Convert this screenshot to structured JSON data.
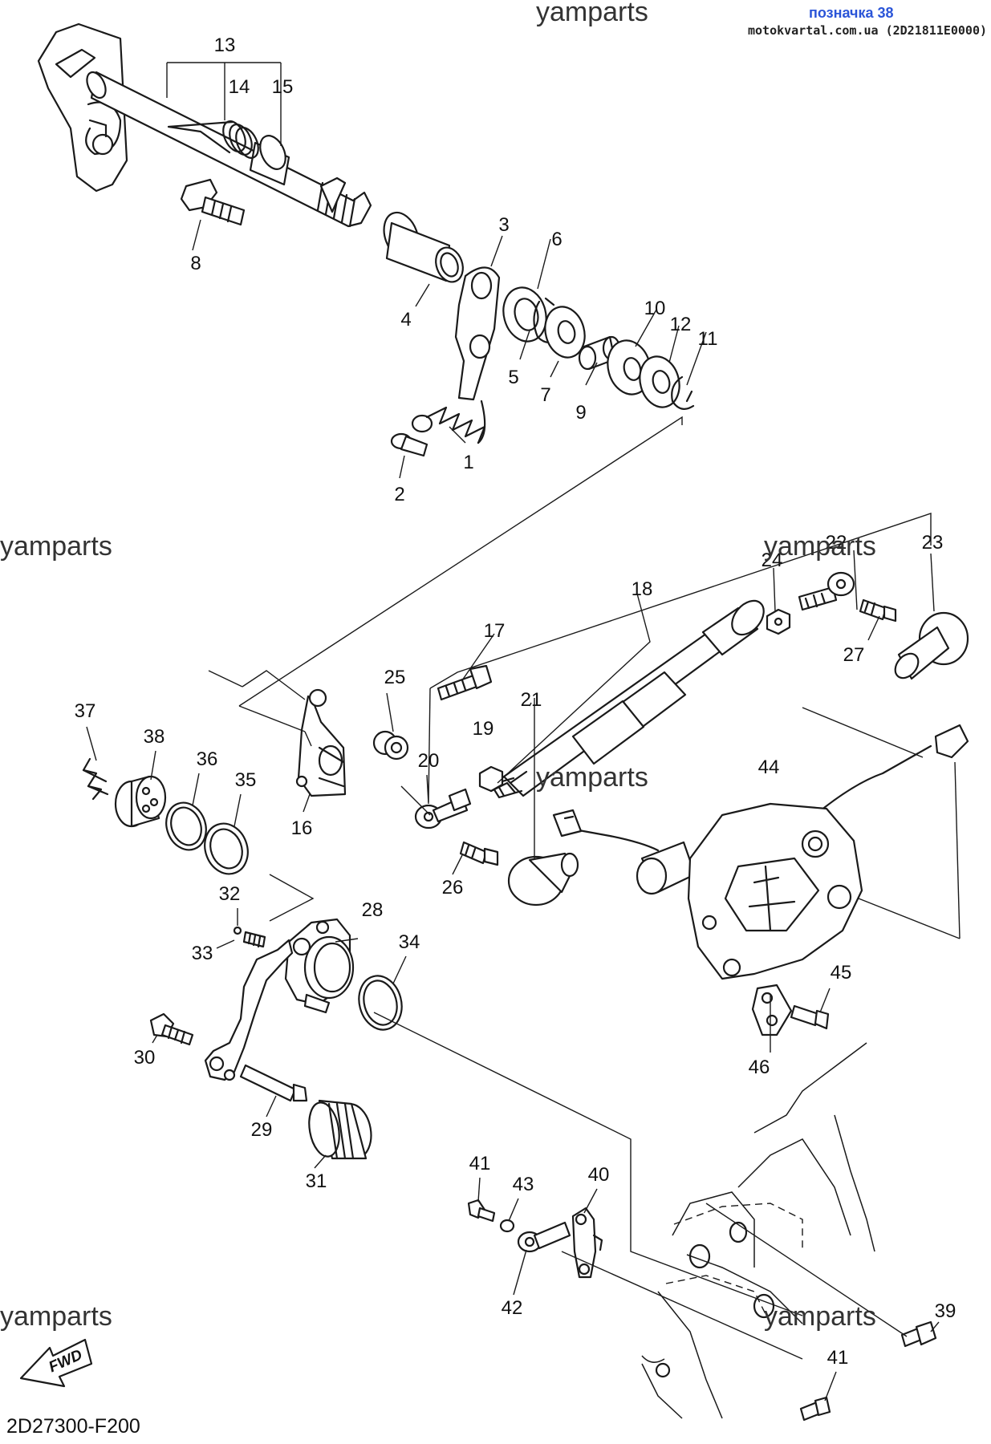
{
  "header": {
    "watermark": "yamparts",
    "reference_label": "позначка 38",
    "reference_site": "motokvartal.com.ua (2D21811E0000)"
  },
  "watermarks": [
    "yamparts",
    "yamparts",
    "yamparts",
    "yamparts",
    "yamparts",
    "yamparts"
  ],
  "footer": {
    "fwd_label": "FWD",
    "diagram_code": "2D27300-F200"
  },
  "callouts": [
    "1",
    "2",
    "3",
    "4",
    "5",
    "6",
    "7",
    "8",
    "9",
    "10",
    "11",
    "12",
    "13",
    "14",
    "15",
    "16",
    "17",
    "18",
    "19",
    "20",
    "21",
    "22",
    "23",
    "24",
    "25",
    "26",
    "27",
    "28",
    "29",
    "30",
    "31",
    "32",
    "33",
    "34",
    "35",
    "36",
    "37",
    "38",
    "39",
    "40",
    "41",
    "41",
    "42",
    "43",
    "44",
    "45",
    "46"
  ]
}
